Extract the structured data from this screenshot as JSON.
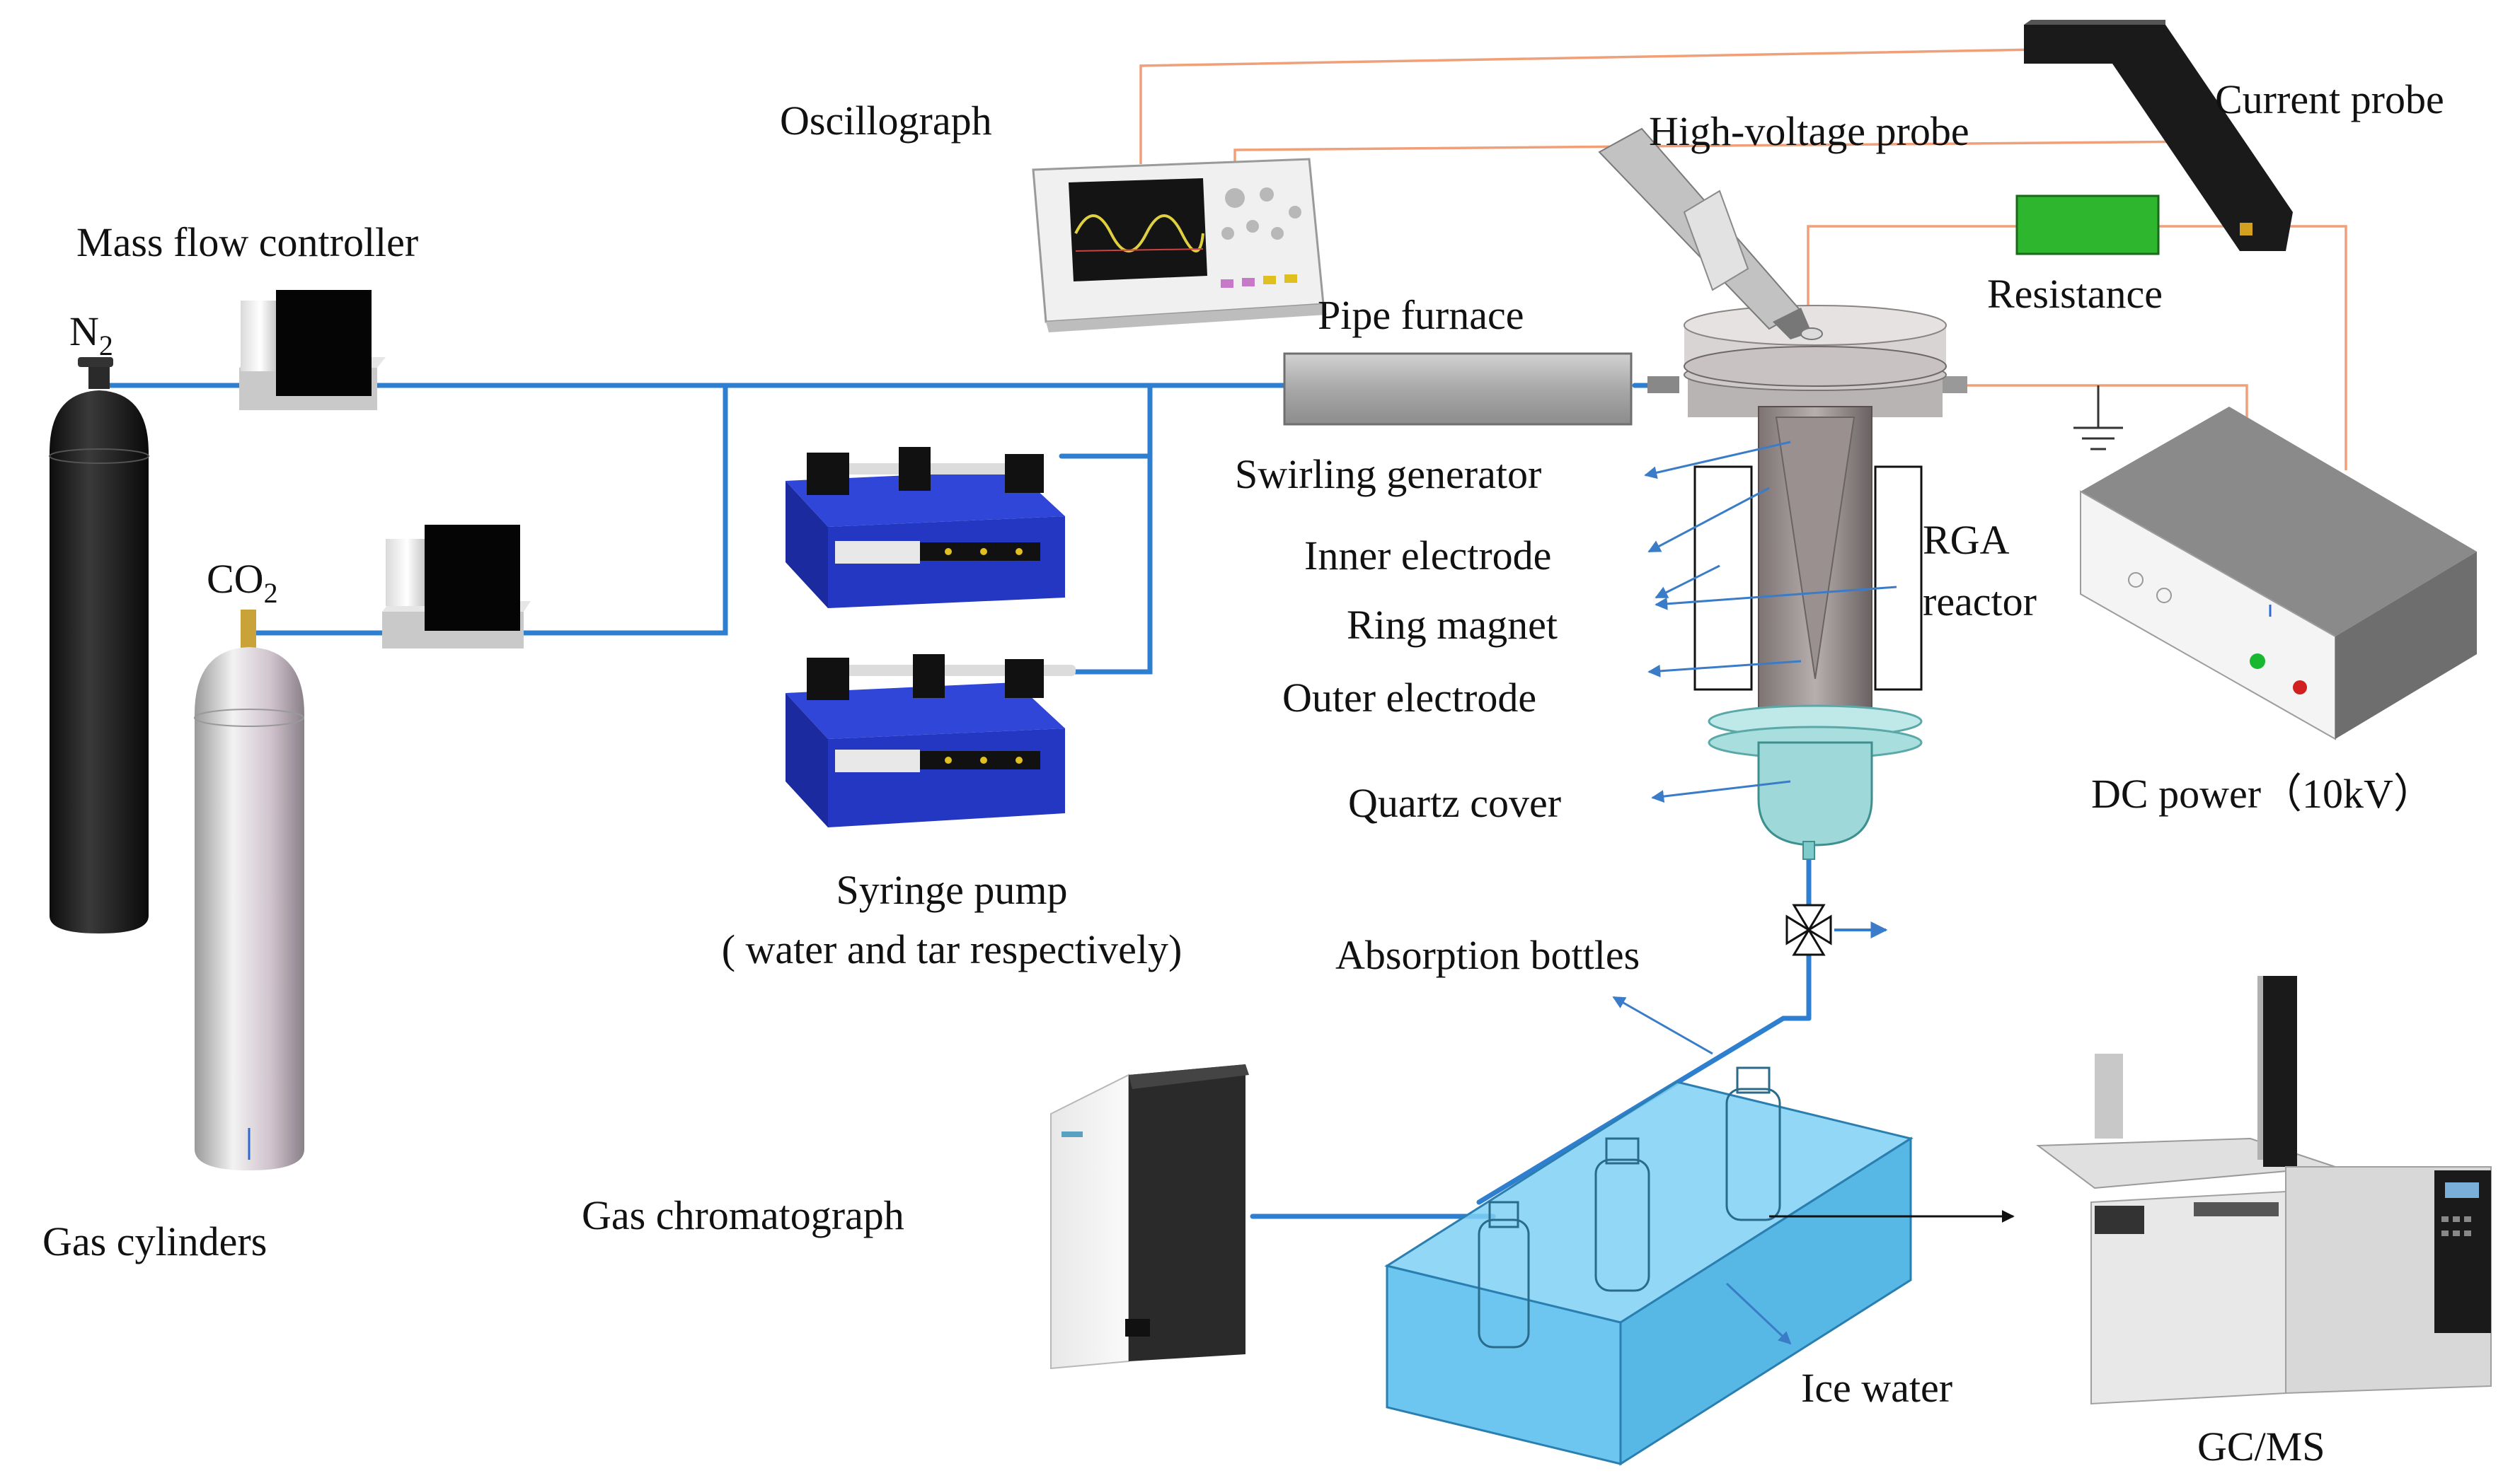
{
  "labels": {
    "mass_flow_controller": "Mass flow controller",
    "n2": "N",
    "n2_sub": "2",
    "co2": "CO",
    "co2_sub": "2",
    "gas_cylinders": "Gas cylinders",
    "oscillograph": "Oscillograph",
    "high_voltage_probe": "High-voltage probe",
    "current_probe": "Current probe",
    "resistance": "Resistance",
    "pipe_furnace": "Pipe furnace",
    "swirling_generator": "Swirling generator",
    "inner_electrode": "Inner electrode",
    "ring_magnet": "Ring magnet",
    "outer_electrode": "Outer electrode",
    "quartz_cover": "Quartz cover",
    "rga_line1": "RGA",
    "rga_line2": "reactor",
    "dc_power": "DC power（10kV）",
    "syringe_pump_line1": "Syringe pump",
    "syringe_pump_line2": "( water and tar respectively)",
    "absorption_bottles": "Absorption bottles",
    "gas_chromatograph": "Gas chromatograph",
    "ice_water": "Ice water",
    "gcms": "GC/MS"
  },
  "colors": {
    "gas_line": "#2f7fd0",
    "signal_wire": "#f0a078",
    "syringe_pump": "#1a2fb0",
    "resistance": "#2fb62f",
    "ice_bath": "#5cc0ee",
    "n2_cylinder": "#1c1c1c",
    "co2_cylinder": "#c7c7c7"
  },
  "icons": {
    "cylinder": "gas-cylinder-icon",
    "mfc": "mass-flow-controller-icon",
    "pump": "syringe-pump-icon",
    "scope": "oscilloscope-icon",
    "reactor": "reactor-icon",
    "power": "dc-power-supply-icon",
    "ground": "ground-symbol-icon",
    "valve": "three-way-valve-icon"
  }
}
